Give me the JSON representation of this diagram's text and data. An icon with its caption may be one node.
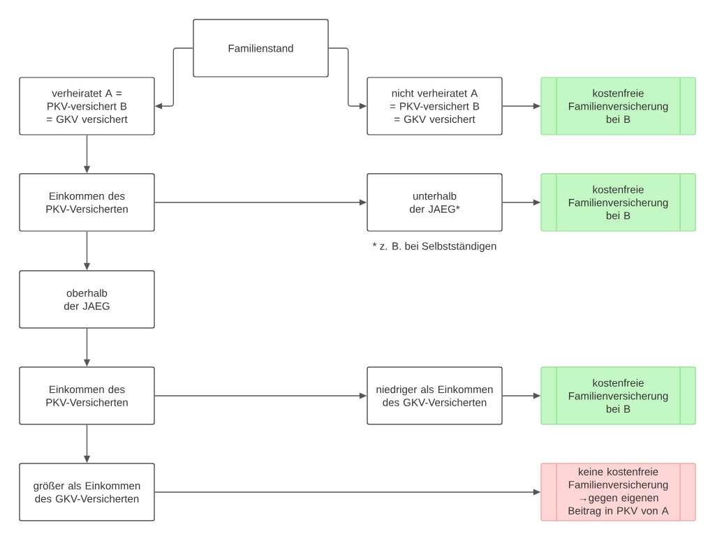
{
  "diagram": {
    "nodes": [
      {
        "text": [
          "Familienstand"
        ]
      },
      {
        "text": [
          "verheiratet A = PKV-versichert B = GKV versichert"
        ]
      },
      {
        "text": [
          "nicht verheiratet A = PKV-versichert B = GKV versichert"
        ]
      },
      {
        "text": [
          "kostenfreie Familienversicherung bei B"
        ]
      },
      {
        "text": [
          "Einkommen des PKV-Versicherten"
        ]
      },
      {
        "text": [
          "unterhalb der JAEG*"
        ],
        "beside": [
          "* z. B. bei Selbstständigen"
        ]
      },
      {
        "text": [
          "kostenfreie Familienversicherung bei B"
        ]
      },
      {
        "text": [
          "oberhalb der JAEG"
        ]
      },
      {
        "text": [
          "Einkommen des PKV-Versicherten"
        ]
      },
      {
        "text": [
          "niedriger als Einkommen des GKV-Versicherten"
        ]
      },
      {
        "text": [
          "kostenfreie Familienversicherung bei B"
        ]
      },
      {
        "text": [
          "größer als Einkommen des GKV-Versicherten"
        ]
      },
      {
        "text": [
          "keine kostenfreie Familienversicherung →gegen eigenen Beitrag in PKV von A"
        ]
      }
    ],
    "edges": [
      {
        "from": 0,
        "to": 1,
        "arrow": "to"
      },
      {
        "from": 0,
        "to": 2,
        "arrow": "to"
      },
      {
        "from": 2,
        "to": 3,
        "arrow": "to"
      },
      {
        "from": 1,
        "to": 4,
        "arrow": "to"
      },
      {
        "from": 4,
        "to": 5,
        "arrow": "to"
      },
      {
        "from": 5,
        "to": 6,
        "arrow": "to"
      },
      {
        "from": 4,
        "to": 7,
        "arrow": "to"
      },
      {
        "from": 7,
        "to": 8,
        "arrow": "to"
      },
      {
        "from": 8,
        "to": 9,
        "arrow": "to"
      },
      {
        "from": 9,
        "to": 10,
        "arrow": "to"
      },
      {
        "from": 8,
        "to": 11,
        "arrow": "to"
      },
      {
        "from": 11,
        "to": 12,
        "arrow": "to"
      }
    ]
  }
}
